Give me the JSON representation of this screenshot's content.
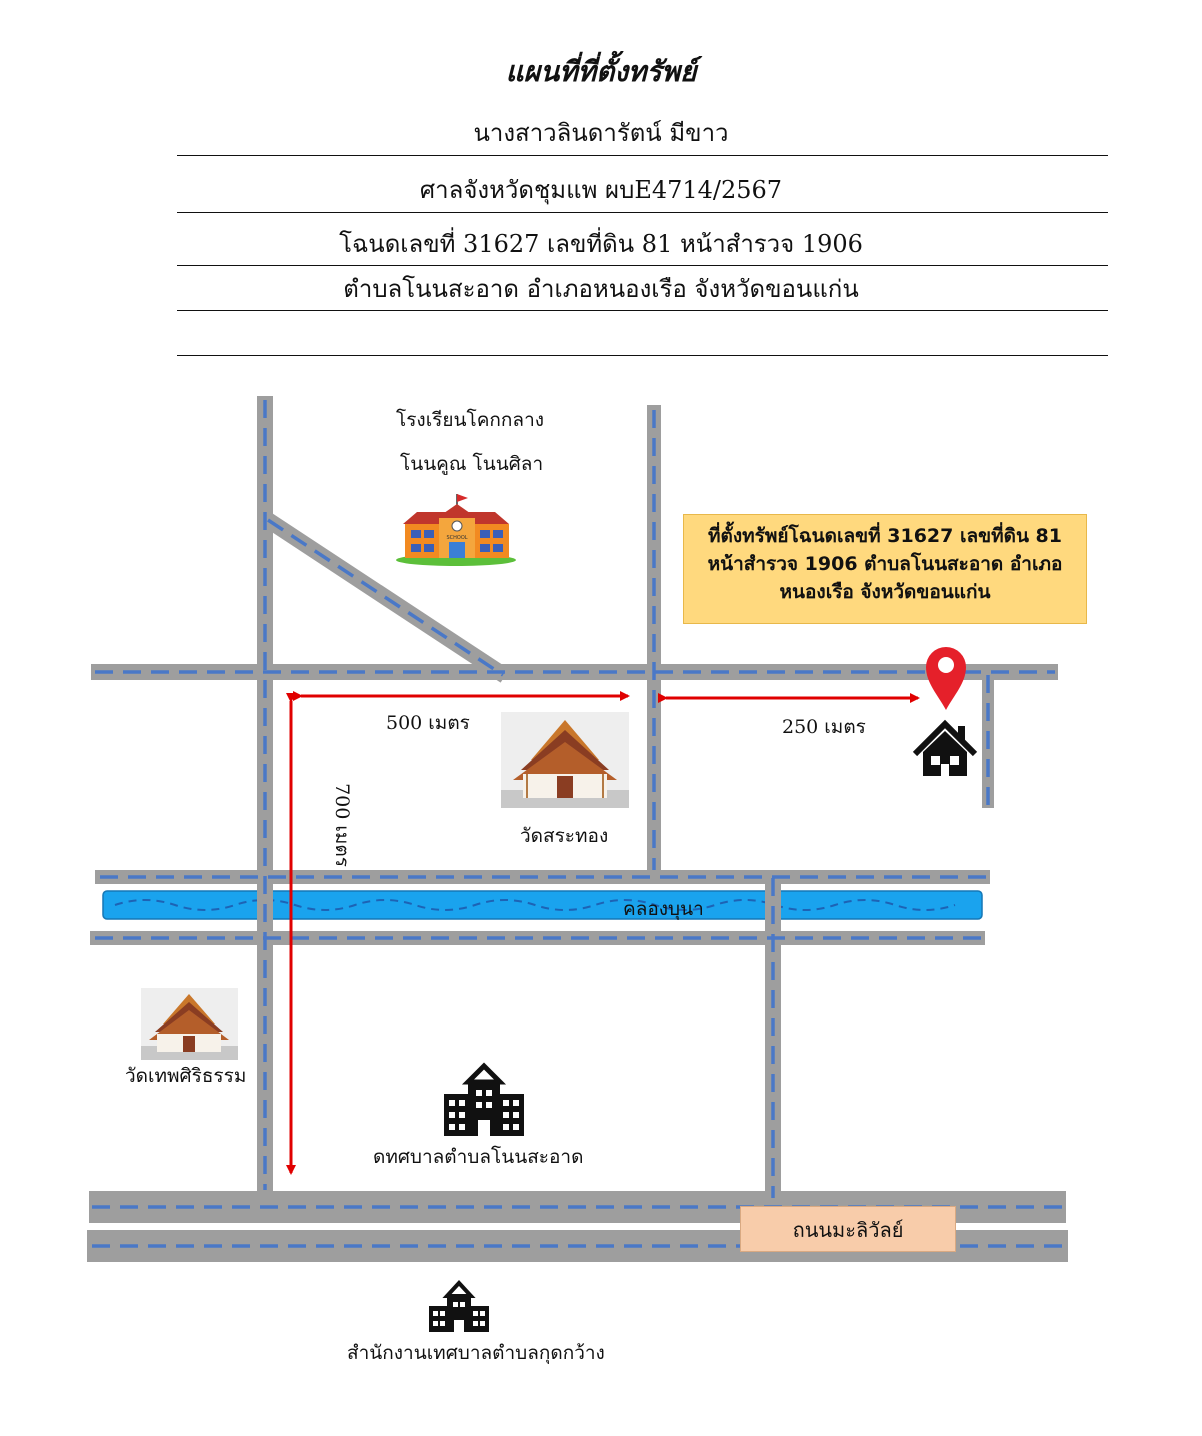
{
  "header": {
    "title": "แผนที่ที่ตั้งทรัพย์",
    "owner": "นางสาวลินดารัตน์ มีขาว",
    "court_case": "ศาลจังหวัดชุมแพ ผบE4714/2567",
    "deed": "โฉนดเลขที่ 31627 เลขที่ดิน 81  หน้าสำรวจ 1906",
    "location": "ตำบลโนนสะอาด อำเภอหนองเรือ จังหวัดขอนแก่น"
  },
  "map": {
    "school_name_1": "โรงเรียนโคกกลาง",
    "school_name_2": "โนนคูณ โนนศิลา",
    "callout": "ที่ตั้งทรัพย์โฉนดเลขที่ 31627 เลขที่ดิน 81  หน้าสำรวจ 1906 ตำบลโนนสะอาด อำเภอหนองเรือ จังหวัดขอนแก่น",
    "dist_500": "500 เมตร",
    "dist_250": "250 เมตร",
    "dist_700": "700 เมตร",
    "temple_1": "วัดสระทอง",
    "canal": "คลองบุนา",
    "temple_2": "วัดเทพศิริธรรม",
    "municipality": "ดทศบาลตำบลโนนสะอาด",
    "road": "ถนนมะลิวัลย์",
    "office": "สำนักงานเทศบาลตำบลกุดกว้าง",
    "school_sign": "SCHOOL"
  },
  "colors": {
    "road": "#9e9e9e",
    "road_dash": "#4a78c7",
    "canal": "#1aa3ee",
    "arrow": "#e00000",
    "pin": "#e5202a",
    "callout_bg": "#ffd97e",
    "road_tag_bg": "#f8ccaa"
  },
  "icons": [
    "school-icon",
    "temple-icon",
    "location-pin-icon",
    "house-icon",
    "government-building-icon"
  ]
}
